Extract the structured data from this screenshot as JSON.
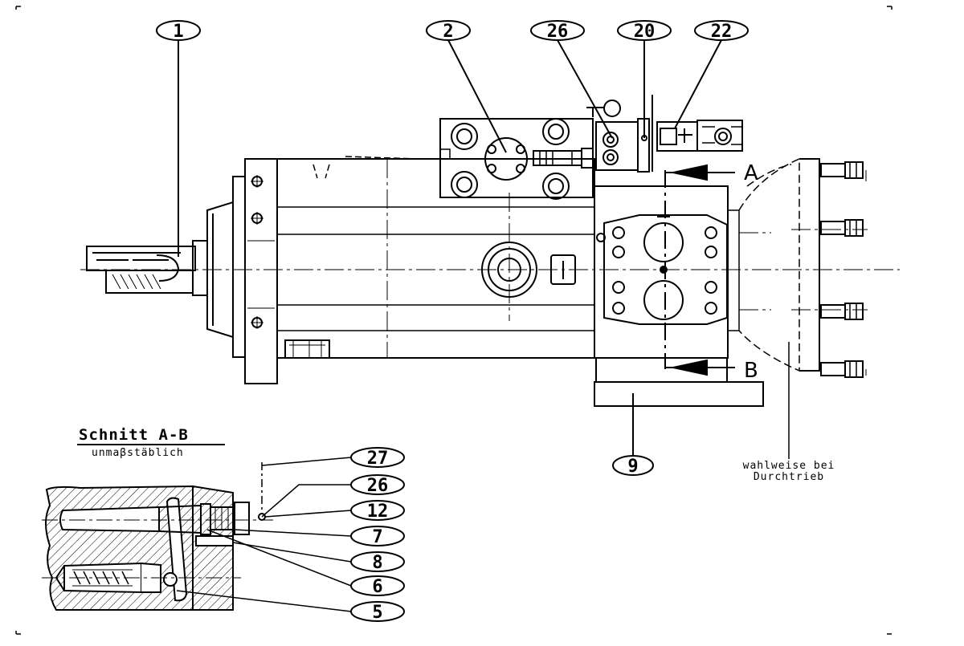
{
  "colors": {
    "ink": "#000000",
    "paper": "#ffffff"
  },
  "callouts_main": [
    "1",
    "2",
    "26",
    "20",
    "22",
    "9"
  ],
  "callouts_section": [
    "27",
    "26",
    "12",
    "7",
    "8",
    "6",
    "5"
  ],
  "section": {
    "title": "Schnitt A-B",
    "subtitle": "unmaβstäblich",
    "arrow_a": "A",
    "arrow_b": "B"
  },
  "note": {
    "line1": "wahlweise bei",
    "line2": "Durchtrieb"
  }
}
